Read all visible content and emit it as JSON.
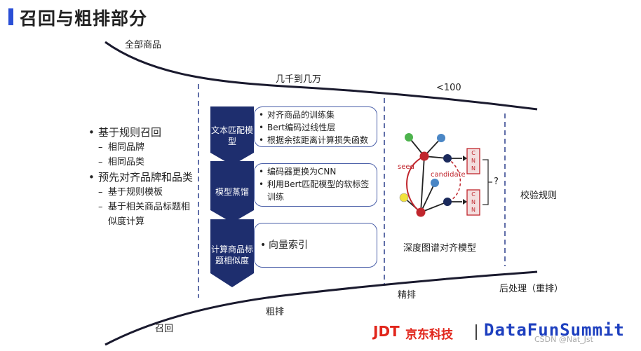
{
  "title": "召回与粗排部分",
  "funnel": {
    "all_products": "全部商品",
    "thousands": "几千到几万",
    "lt100": "<100",
    "recall": "召回",
    "coarse_rank": "粗排",
    "fine_rank": "精排",
    "post_process": "后处理（重排）",
    "verify_rules": "校验规则"
  },
  "left_list": {
    "item1": "基于规则召回",
    "item1_sub1": "相同品牌",
    "item1_sub2": "相同品类",
    "item2": "预先对齐品牌和品类",
    "item2_sub1": "基于规则模板",
    "item2_sub2": "基于相关商品标题相似度计算"
  },
  "stages": [
    {
      "label": "文本匹配模型",
      "bullets": [
        "对齐商品的训练集",
        "Bert编码过线性层",
        "根据余弦距离计算损失函数"
      ]
    },
    {
      "label": "模型蒸馏",
      "bullets": [
        "编码器更换为CNN",
        "利用Bert匹配模型的软标签训练"
      ]
    },
    {
      "label": "计算商品标题相似度",
      "bullets": [
        "向量索引"
      ]
    }
  ],
  "graph": {
    "seed": "seed",
    "candidate": "candidate",
    "cnn": "CNN",
    "question": "?",
    "caption": "深度图谱对齐模型",
    "colors": {
      "green": "#4db34d",
      "blue": "#4a86c5",
      "yellow": "#f2e23c",
      "red": "#c0262d",
      "navy": "#1b2a5c"
    }
  },
  "footer": {
    "jdt": "JDT",
    "jd_cn": "京东科技",
    "datafun": "DataFunSummit",
    "watermark": "CSDN @Nat_Jst"
  },
  "colors": {
    "accent": "#2a4fd6",
    "chevron": "#1e2e6e",
    "box_border": "#4a5fa8",
    "dash": "#2b3f8c"
  }
}
